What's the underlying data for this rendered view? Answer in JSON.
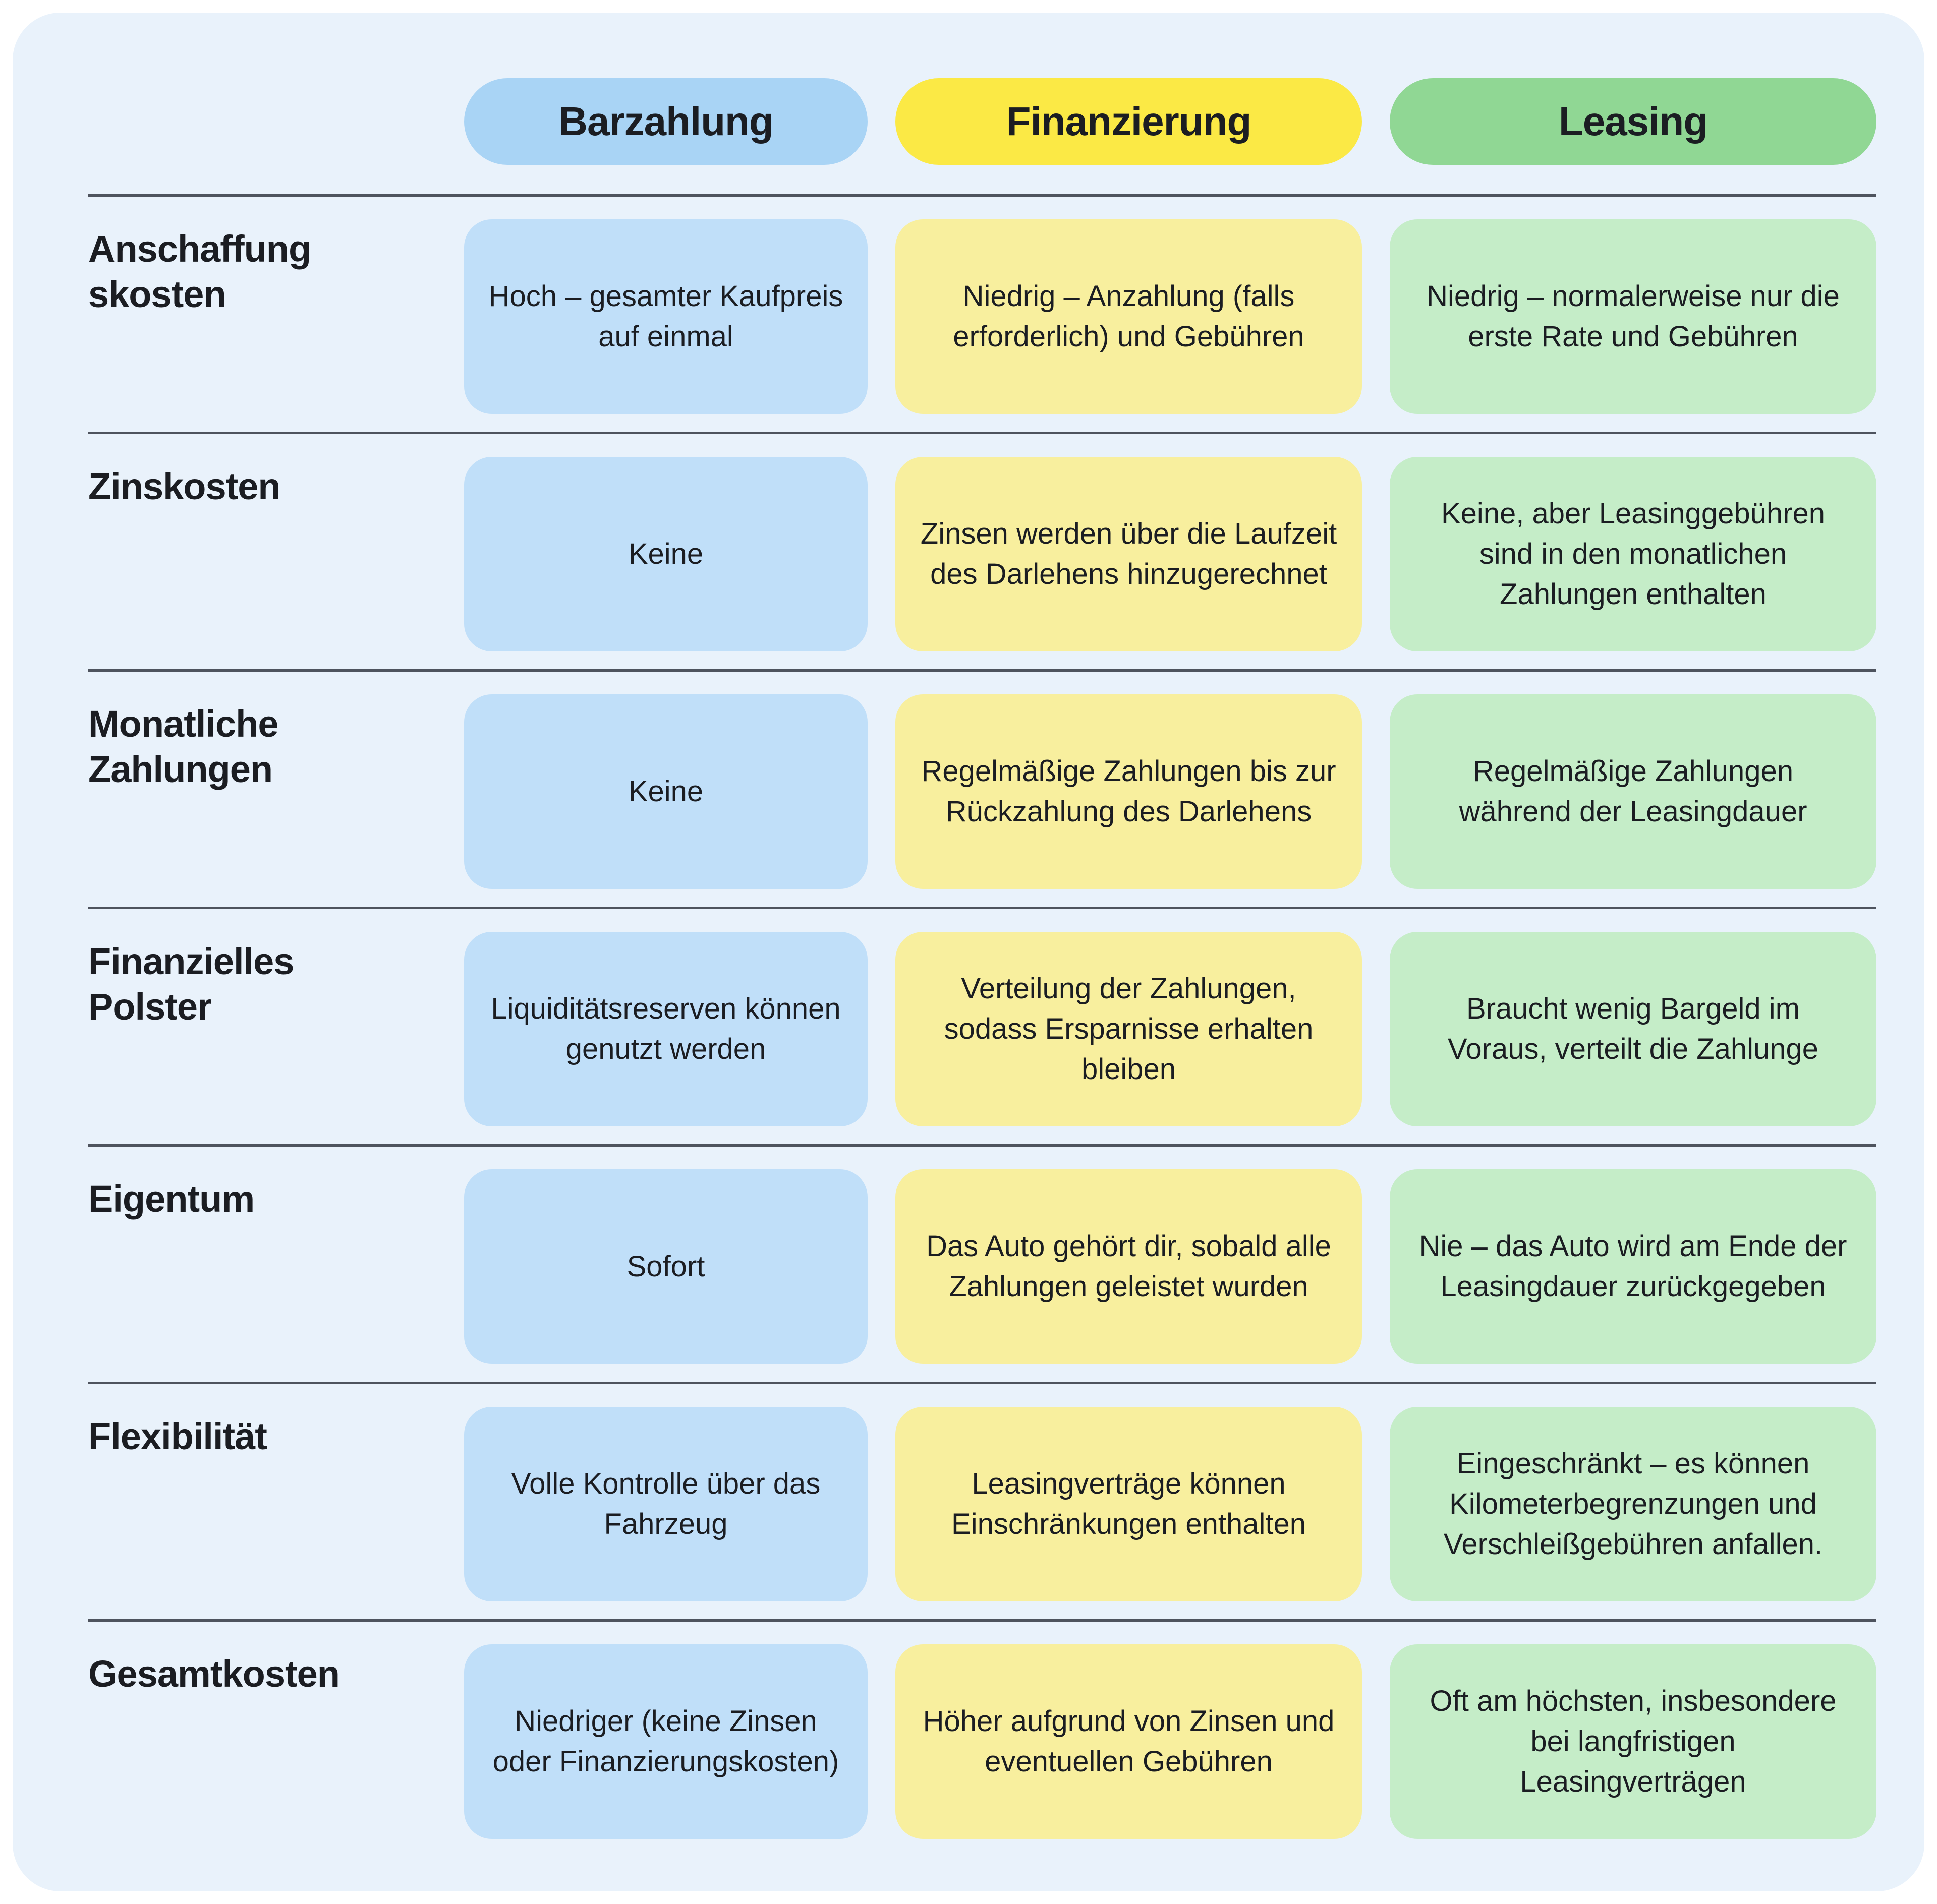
{
  "chart_data": {
    "type": "table",
    "title": "",
    "columns": [
      "Barzahlung",
      "Finanzierung",
      "Leasing"
    ],
    "rows": [
      {
        "label": "Anschaffung​skosten",
        "cells": [
          "Hoch – gesamter Kaufpreis auf einmal",
          "Niedrig – Anzahlung (falls erforderlich) und Gebühren",
          "Niedrig – normalerweise nur die erste Rate und Gebühren"
        ]
      },
      {
        "label": "Zinskosten",
        "cells": [
          "Keine",
          "Zinsen werden über die Laufzeit des Darlehens hinzugerechnet",
          "Keine, aber Leasinggebühren sind in den monatlichen Zahlungen enthalten"
        ]
      },
      {
        "label": "Monatliche Zahlungen",
        "cells": [
          "Keine",
          "Regelmäßige Zahlungen bis zur Rückzahlung des Darlehens",
          "Regelmäßige Zahlungen während der Leasingdauer"
        ]
      },
      {
        "label": "Finanzielles Polster",
        "cells": [
          "Liquiditätsreserven können genutzt werden",
          "Verteilung der Zahlungen, sodass Ersparnisse erhalten bleiben",
          "Braucht wenig Bargeld im Voraus, verteilt die Zahlunge"
        ]
      },
      {
        "label": "Eigentum",
        "cells": [
          "Sofort",
          "Das Auto gehört dir, sobald alle Zahlungen geleistet wurden",
          "Nie – das Auto wird am Ende der Leasingdauer zurückgegeben"
        ]
      },
      {
        "label": "Flexibilität",
        "cells": [
          "Volle Kontrolle über das Fahrzeug",
          "Leasingverträge können Einschränkungen enthalten",
          "Eingeschränkt – es können Kilometerbegrenzungen und Verschleißgebühren anfallen."
        ]
      },
      {
        "label": "Gesamtkosten",
        "cells": [
          "Niedriger (keine Zinsen oder Finanzierungskosten)",
          "Höher aufgrund von Zinsen und eventuellen Gebühren",
          "Oft am höchsten, insbesondere bei langfristigen Leasingverträgen"
        ]
      }
    ],
    "layout": {
      "legend": "none",
      "grid": "horizontal-dividers"
    }
  },
  "colors": {
    "page": "#ffffff",
    "background": "#e9f2fb",
    "header_blue": "#a9d4f5",
    "header_yellow": "#fbe945",
    "header_green": "#90d794",
    "cell_blue": "#c0dff9",
    "cell_yellow": "#f8ef9e",
    "cell_green": "#c5edc8",
    "divider": "#4e545e",
    "text": "#1b1d22"
  }
}
